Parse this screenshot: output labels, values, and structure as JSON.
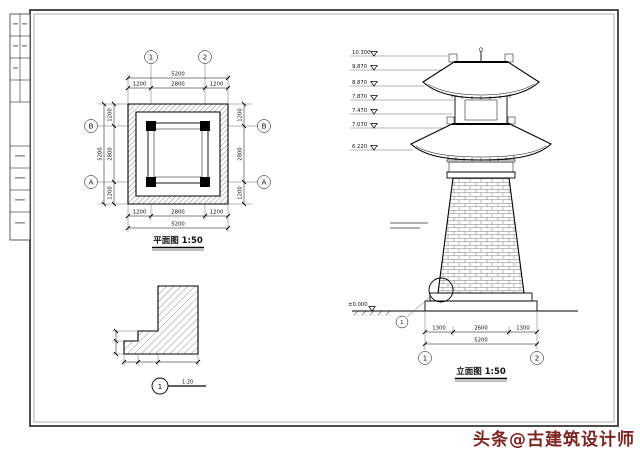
{
  "watermark": {
    "text": "头条@古建筑设计师"
  },
  "plan": {
    "title": "平面图 1:50",
    "axis_top": [
      "1",
      "2"
    ],
    "axis_left": [
      "B",
      "A"
    ],
    "axis_right": [
      "B",
      "A"
    ],
    "dim_top": [
      "1200",
      "2800",
      "1200"
    ],
    "dim_top_total": "5200",
    "dim_bottom": [
      "1200",
      "2800",
      "1200"
    ],
    "dim_bottom_total": "5200",
    "dim_left": [
      "1200",
      "2800",
      "1200"
    ],
    "dim_left_total": "5200",
    "dim_right": [
      "1200",
      "2800",
      "1200"
    ]
  },
  "detail": {
    "number": "1",
    "scale": "1:20"
  },
  "elevation": {
    "title": "立面图 1:50",
    "levels": [
      "10.300",
      "9.870",
      "8.870",
      "7.870",
      "7.470",
      "7.070",
      "6.220"
    ],
    "ground_level": "±0.000",
    "dim_bottom": [
      "1300",
      "2600",
      "1300"
    ],
    "dim_bottom_total": "5200",
    "axis_bottom": [
      "1",
      "2"
    ],
    "callout_number": "1"
  }
}
